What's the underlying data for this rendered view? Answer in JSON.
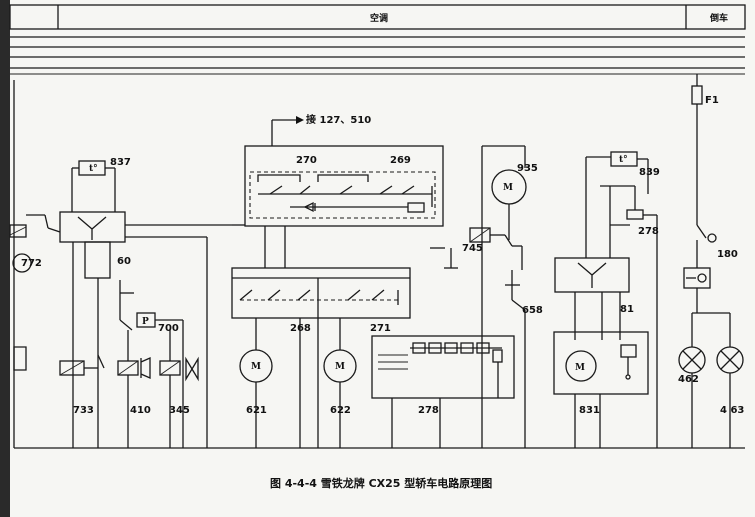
{
  "header": {
    "section_title": "空调",
    "corner_tab": "倒车"
  },
  "note": "接 127、510",
  "fuse_label": "F1",
  "components": {
    "c837": "837",
    "c60": "60",
    "c772": "772",
    "c700": "700",
    "c733": "733",
    "c410": "410",
    "c345": "345",
    "c270": "270",
    "c269": "269",
    "c268": "268",
    "c271": "271",
    "c621": "621",
    "c622": "622",
    "c278a": "278",
    "c935": "935",
    "c745": "745",
    "c658": "658",
    "c839": "839",
    "c278b": "278",
    "c81": "81",
    "c831": "831",
    "c180": "180",
    "c462": "462",
    "c463": "4 63"
  },
  "symbols": {
    "motor": "M",
    "pressure": "P",
    "temp": "t°"
  },
  "caption": "图 4-4-4   雪铁龙牌 CX25 型轿车电路原理图"
}
